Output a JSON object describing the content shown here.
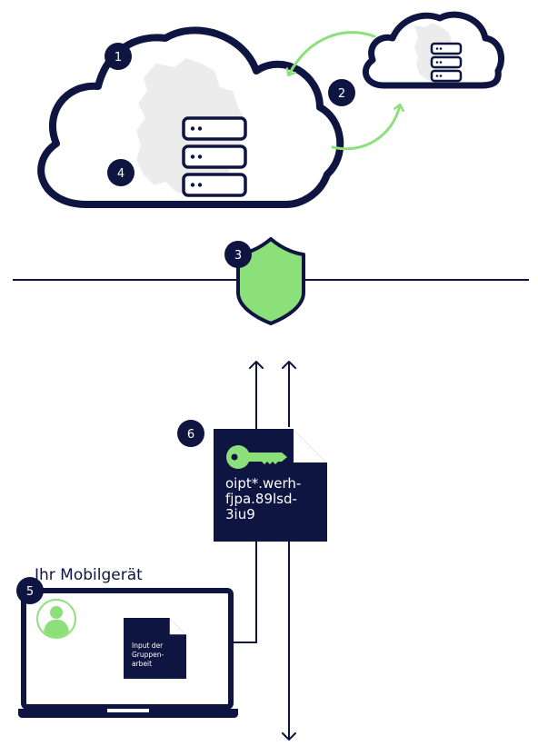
{
  "colors": {
    "navy": "#0e1541",
    "green": "#8be07a",
    "map_gray": "#ececec",
    "white": "#ffffff"
  },
  "badges": {
    "b1": "1",
    "b2": "2",
    "b3": "3",
    "b4": "4",
    "b5": "5",
    "b6": "6"
  },
  "key_document": {
    "line1": "oipt*.werh-",
    "line2": "fjpa.89lsd-",
    "line3": "3iu9"
  },
  "device": {
    "title": "Ihr Mobilgerät",
    "doc_line1": "Input der",
    "doc_line2": "Gruppen-",
    "doc_line3": "arbeit"
  },
  "icons": {
    "cloud_large": "cloud-icon",
    "cloud_small": "cloud-icon",
    "server": "server-stack-icon",
    "shield": "shield-icon",
    "key": "key-icon",
    "user": "user-avatar-icon",
    "laptop": "laptop-icon",
    "document": "document-icon"
  }
}
